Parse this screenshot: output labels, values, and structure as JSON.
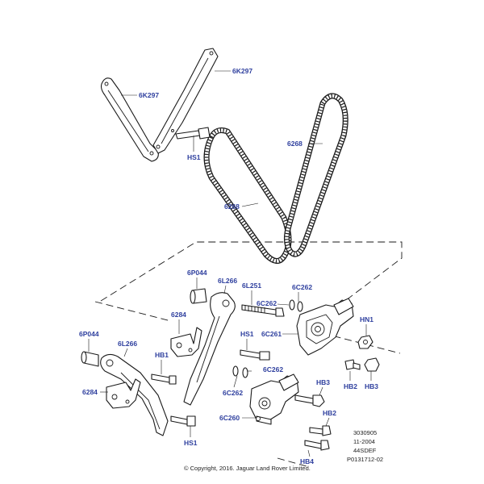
{
  "labels": {
    "k297_left": "6K297",
    "k297_right": "6K297",
    "hs1_top": "HS1",
    "chain_top": "6268",
    "chain_bottom": "6268",
    "p044_upper": "6P044",
    "l266_upper": "6L266",
    "l251": "6L251",
    "c262_top": "6C262",
    "c262_mid": "6C262",
    "c262_lower": "6C262",
    "c262_left": "6C262",
    "c261": "6C261",
    "hn1": "HN1",
    "l284_upper": "6284",
    "hs1_mid": "HS1",
    "p044_lower": "6P044",
    "l266_lower": "6L266",
    "hb1": "HB1",
    "l284_lower": "6284",
    "hb2": "HB2",
    "hb3_right": "HB3",
    "hb3_mid": "HB3",
    "hb2_lower": "HB2",
    "c260": "6C260",
    "hs1_bottom": "HS1",
    "hb4": "HB4"
  },
  "meta": {
    "code1": "3030905",
    "date": "11-2004",
    "code2": "44SDEF",
    "ref": "P0131712-02"
  },
  "copyright": "© Copyright, 2016. Jaguar Land Rover Limited."
}
